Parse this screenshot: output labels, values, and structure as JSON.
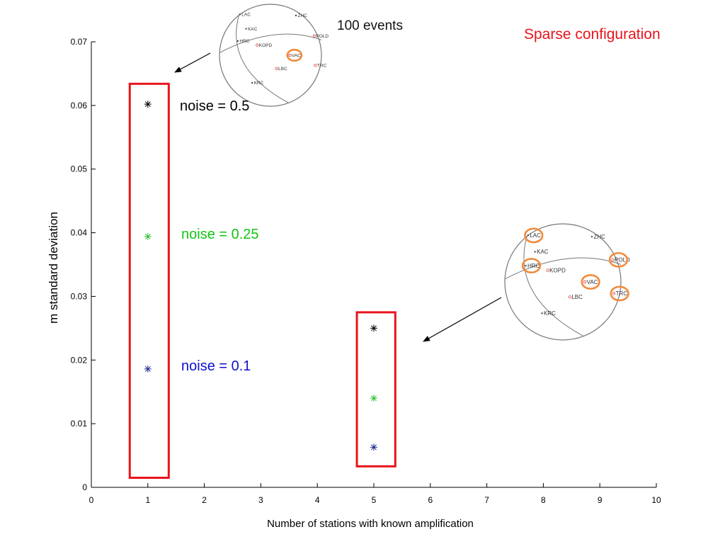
{
  "chart_data": {
    "type": "scatter",
    "title": "Sparse configuration",
    "subtitle": "100 events",
    "xlabel": "Number of stations with known amplification",
    "ylabel": "m standard deviation",
    "xlim": [
      0,
      10
    ],
    "ylim": [
      0,
      0.07
    ],
    "x_ticks": [
      "0",
      "1",
      "2",
      "3",
      "4",
      "5",
      "6",
      "7",
      "8",
      "9",
      "10"
    ],
    "y_ticks": [
      "0",
      "0.01",
      "0.02",
      "0.03",
      "0.04",
      "0.05",
      "0.06",
      "0.07"
    ],
    "grid": false,
    "series": [
      {
        "name": "noise = 0.5",
        "color": "#000000",
        "marker": "asterisk",
        "x": [
          1,
          5
        ],
        "y": [
          0.0602,
          0.025
        ]
      },
      {
        "name": "noise = 0.25",
        "color": "#2fbf2f",
        "marker": "asterisk",
        "x": [
          1,
          5
        ],
        "y": [
          0.0394,
          0.014
        ]
      },
      {
        "name": "noise = 0.1",
        "color": "#1f2a8c",
        "marker": "asterisk",
        "x": [
          1,
          5
        ],
        "y": [
          0.0186,
          0.0063
        ]
      }
    ],
    "annotations": {
      "label_colors": {
        "noise_05": "#000000",
        "noise_025": "#13c413",
        "noise_01": "#1010d0"
      },
      "highlight_color": "#e8141b",
      "circle_color": "#f08a3c",
      "stations_known_1": [
        "VAC"
      ],
      "stations_known_5": [
        "LAC",
        "HRC",
        "POLD",
        "VAC",
        "TRC"
      ],
      "station_names": [
        "LAC",
        "ZHC",
        "KAC",
        "POLD",
        "HRC",
        "KOPD",
        "VAC",
        "TRC",
        "LBC",
        "KRC"
      ]
    }
  }
}
